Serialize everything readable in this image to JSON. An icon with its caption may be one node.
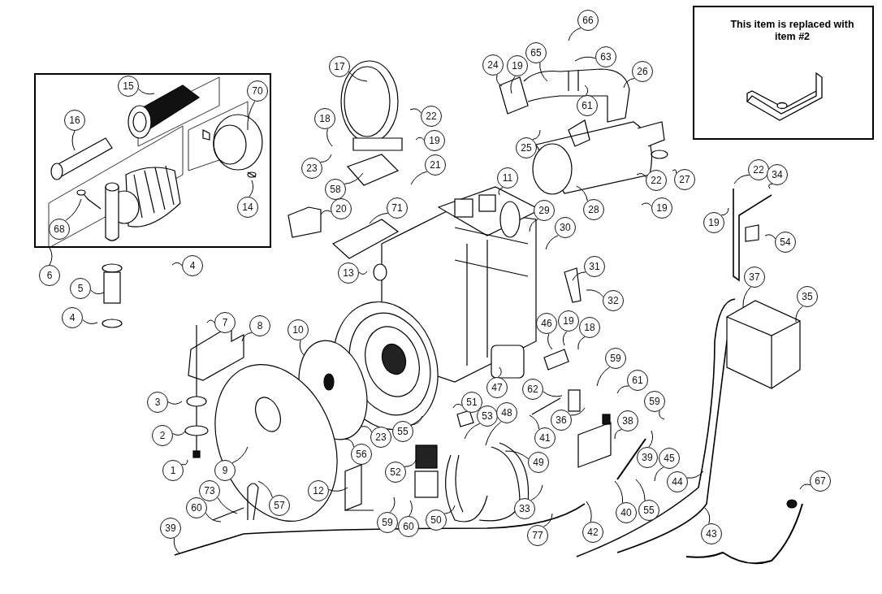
{
  "diagram": {
    "nodes": [
      {
        "text": [],
        "shape": "box"
      },
      {
        "text": [
          "15"
        ],
        "in": 0
      },
      {
        "text": [
          "16"
        ],
        "in": 0
      },
      {
        "text": [
          "70"
        ],
        "in": 0
      },
      {
        "text": [
          "14"
        ],
        "in": 0
      },
      {
        "text": [
          "68"
        ],
        "in": 0
      },
      {
        "text": [
          "This item is replaced with item #2"
        ]
      },
      {
        "text": [
          "17"
        ]
      },
      {
        "text": [
          "18"
        ]
      },
      {
        "text": [
          "22"
        ]
      },
      {
        "text": [
          "19"
        ]
      },
      {
        "text": [
          "21"
        ]
      },
      {
        "text": [
          "23"
        ]
      },
      {
        "text": [
          "58"
        ]
      },
      {
        "text": [
          "20"
        ]
      },
      {
        "text": [
          "66"
        ]
      },
      {
        "text": [
          "65"
        ]
      },
      {
        "text": [
          "63"
        ]
      },
      {
        "text": [
          "24"
        ]
      },
      {
        "text": [
          "19"
        ]
      },
      {
        "text": [
          "26"
        ]
      },
      {
        "text": [
          "61"
        ]
      },
      {
        "text": [
          "25"
        ]
      },
      {
        "text": [
          "27"
        ]
      },
      {
        "text": [
          "22"
        ]
      },
      {
        "text": [
          "28"
        ]
      },
      {
        "text": [
          "19"
        ]
      },
      {
        "text": [
          "11"
        ]
      },
      {
        "text": [
          "71"
        ]
      },
      {
        "text": [
          "29"
        ]
      },
      {
        "text": [
          "30"
        ]
      },
      {
        "text": [
          "22"
        ]
      },
      {
        "text": [
          "34"
        ]
      },
      {
        "text": [
          "19"
        ]
      },
      {
        "text": [
          "54"
        ]
      },
      {
        "text": [
          "6"
        ]
      },
      {
        "text": [
          "4"
        ]
      },
      {
        "text": [
          "13"
        ]
      },
      {
        "text": [
          "31"
        ]
      },
      {
        "text": [
          "5"
        ]
      },
      {
        "text": [
          "37"
        ]
      },
      {
        "text": [
          "35"
        ]
      },
      {
        "text": [
          "32"
        ]
      },
      {
        "text": [
          "4"
        ]
      },
      {
        "text": [
          "7"
        ]
      },
      {
        "text": [
          "8"
        ]
      },
      {
        "text": [
          "10"
        ]
      },
      {
        "text": [
          "46"
        ]
      },
      {
        "text": [
          "19"
        ]
      },
      {
        "text": [
          "18"
        ]
      },
      {
        "text": [
          "59"
        ]
      },
      {
        "text": [
          "3"
        ]
      },
      {
        "text": [
          "47"
        ]
      },
      {
        "text": [
          "62"
        ]
      },
      {
        "text": [
          "61"
        ]
      },
      {
        "text": [
          "51"
        ]
      },
      {
        "text": [
          "59"
        ]
      },
      {
        "text": [
          "53"
        ]
      },
      {
        "text": [
          "48"
        ]
      },
      {
        "text": [
          "36"
        ]
      },
      {
        "text": [
          "38"
        ]
      },
      {
        "text": [
          "55"
        ]
      },
      {
        "text": [
          "23"
        ]
      },
      {
        "text": [
          "2"
        ]
      },
      {
        "text": [
          "41"
        ]
      },
      {
        "text": [
          "56"
        ]
      },
      {
        "text": [
          "39"
        ]
      },
      {
        "text": [
          "45"
        ]
      },
      {
        "text": [
          "49"
        ]
      },
      {
        "text": [
          "1"
        ]
      },
      {
        "text": [
          "9"
        ]
      },
      {
        "text": [
          "52"
        ]
      },
      {
        "text": [
          "44"
        ]
      },
      {
        "text": [
          "67"
        ]
      },
      {
        "text": [
          "73"
        ]
      },
      {
        "text": [
          "12"
        ]
      },
      {
        "text": [
          "57"
        ]
      },
      {
        "text": [
          "33"
        ]
      },
      {
        "text": [
          "40"
        ]
      },
      {
        "text": [
          "55"
        ]
      },
      {
        "text": [
          "60"
        ]
      },
      {
        "text": [
          "59"
        ]
      },
      {
        "text": [
          "60"
        ]
      },
      {
        "text": [
          "50"
        ]
      },
      {
        "text": [
          "39"
        ]
      },
      {
        "text": [
          "42"
        ]
      },
      {
        "text": [
          "77"
        ]
      },
      {
        "text": [
          "43"
        ]
      }
    ],
    "edges": [
      {
        "from": 1,
        "to": null,
        "arrow": "none"
      },
      {
        "from": 2,
        "to": null,
        "arrow": "none"
      },
      {
        "from": 3,
        "to": null,
        "arrow": "none"
      },
      {
        "from": 4,
        "to": null,
        "arrow": "none"
      },
      {
        "from": 5,
        "to": null,
        "arrow": "none"
      },
      {
        "from": 7,
        "to": null,
        "arrow": "none"
      },
      {
        "from": 8,
        "to": null,
        "arrow": "none"
      },
      {
        "from": 9,
        "to": null,
        "arrow": "none"
      },
      {
        "from": 10,
        "to": null,
        "arrow": "none"
      },
      {
        "from": 11,
        "to": null,
        "arrow": "none"
      },
      {
        "from": 12,
        "to": null,
        "arrow": "none"
      },
      {
        "from": 13,
        "to": null,
        "arrow": "none"
      },
      {
        "from": 14,
        "to": null,
        "arrow": "none"
      },
      {
        "from": 15,
        "to": null,
        "arrow": "none"
      },
      {
        "from": 16,
        "to": null,
        "arrow": "none"
      },
      {
        "from": 17,
        "to": null,
        "arrow": "none"
      },
      {
        "from": 18,
        "to": null,
        "arrow": "none"
      },
      {
        "from": 19,
        "to": null,
        "arrow": "none"
      },
      {
        "from": 20,
        "to": null,
        "arrow": "none"
      },
      {
        "from": 21,
        "to": null,
        "arrow": "none"
      },
      {
        "from": 22,
        "to": null,
        "arrow": "none"
      },
      {
        "from": 23,
        "to": null,
        "arrow": "none"
      },
      {
        "from": 24,
        "to": null,
        "arrow": "none"
      },
      {
        "from": 25,
        "to": null,
        "arrow": "none"
      },
      {
        "from": 26,
        "to": null,
        "arrow": "none"
      },
      {
        "from": 27,
        "to": null,
        "arrow": "none"
      },
      {
        "from": 28,
        "to": null,
        "arrow": "none"
      },
      {
        "from": 29,
        "to": null,
        "arrow": "none"
      },
      {
        "from": 30,
        "to": null,
        "arrow": "none"
      },
      {
        "from": 31,
        "to": null,
        "arrow": "none"
      },
      {
        "from": 32,
        "to": null,
        "arrow": "none"
      },
      {
        "from": 33,
        "to": null,
        "arrow": "none"
      },
      {
        "from": 34,
        "to": null,
        "arrow": "none"
      },
      {
        "from": 35,
        "to": 0,
        "arrow": "none"
      },
      {
        "from": 36,
        "to": null,
        "arrow": "none"
      },
      {
        "from": 37,
        "to": null,
        "arrow": "none"
      },
      {
        "from": 38,
        "to": null,
        "arrow": "none"
      },
      {
        "from": 39,
        "to": null,
        "arrow": "none"
      },
      {
        "from": 40,
        "to": null,
        "arrow": "none"
      },
      {
        "from": 41,
        "to": null,
        "arrow": "none"
      },
      {
        "from": 42,
        "to": null,
        "arrow": "none"
      },
      {
        "from": 43,
        "to": null,
        "arrow": "none"
      },
      {
        "from": 44,
        "to": null,
        "arrow": "none"
      },
      {
        "from": 45,
        "to": null,
        "arrow": "none"
      },
      {
        "from": 46,
        "to": null,
        "arrow": "none"
      },
      {
        "from": 47,
        "to": null,
        "arrow": "none"
      },
      {
        "from": 48,
        "to": null,
        "arrow": "none"
      },
      {
        "from": 49,
        "to": null,
        "arrow": "none"
      },
      {
        "from": 50,
        "to": null,
        "arrow": "none"
      },
      {
        "from": 51,
        "to": null,
        "arrow": "none"
      },
      {
        "from": 52,
        "to": null,
        "arrow": "none"
      },
      {
        "from": 53,
        "to": null,
        "arrow": "none"
      },
      {
        "from": 54,
        "to": null,
        "arrow": "none"
      },
      {
        "from": 55,
        "to": null,
        "arrow": "none"
      },
      {
        "from": 56,
        "to": null,
        "arrow": "none"
      },
      {
        "from": 57,
        "to": null,
        "arrow": "none"
      },
      {
        "from": 58,
        "to": null,
        "arrow": "none"
      },
      {
        "from": 59,
        "to": null,
        "arrow": "none"
      },
      {
        "from": 60,
        "to": null,
        "arrow": "none"
      },
      {
        "from": 61,
        "to": null,
        "arrow": "none"
      },
      {
        "from": 62,
        "to": null,
        "arrow": "none"
      },
      {
        "from": 63,
        "to": null,
        "arrow": "none"
      },
      {
        "from": 64,
        "to": null,
        "arrow": "none"
      },
      {
        "from": 65,
        "to": null,
        "arrow": "none"
      },
      {
        "from": 66,
        "to": null,
        "arrow": "none"
      },
      {
        "from": 67,
        "to": null,
        "arrow": "none"
      },
      {
        "from": 68,
        "to": null,
        "arrow": "none"
      },
      {
        "from": 69,
        "to": null,
        "arrow": "none"
      },
      {
        "from": 70,
        "to": null,
        "arrow": "none"
      },
      {
        "from": 71,
        "to": null,
        "arrow": "none"
      },
      {
        "from": 72,
        "to": null,
        "arrow": "none"
      },
      {
        "from": 73,
        "to": null,
        "arrow": "none"
      },
      {
        "from": 74,
        "to": null,
        "arrow": "none"
      },
      {
        "from": 75,
        "to": null,
        "arrow": "none"
      },
      {
        "from": 76,
        "to": null,
        "arrow": "none"
      },
      {
        "from": 77,
        "to": null,
        "arrow": "none"
      },
      {
        "from": 78,
        "to": null,
        "arrow": "none"
      },
      {
        "from": 79,
        "to": null,
        "arrow": "none"
      },
      {
        "from": 80,
        "to": null,
        "arrow": "none"
      },
      {
        "from": 81,
        "to": null,
        "arrow": "none"
      },
      {
        "from": 82,
        "to": null,
        "arrow": "none"
      },
      {
        "from": 83,
        "to": null,
        "arrow": "none"
      },
      {
        "from": 84,
        "to": null,
        "arrow": "none"
      },
      {
        "from": 85,
        "to": null,
        "arrow": "none"
      },
      {
        "from": 86,
        "to": null,
        "arrow": "none"
      },
      {
        "from": 87,
        "to": null,
        "arrow": "none"
      }
    ]
  }
}
